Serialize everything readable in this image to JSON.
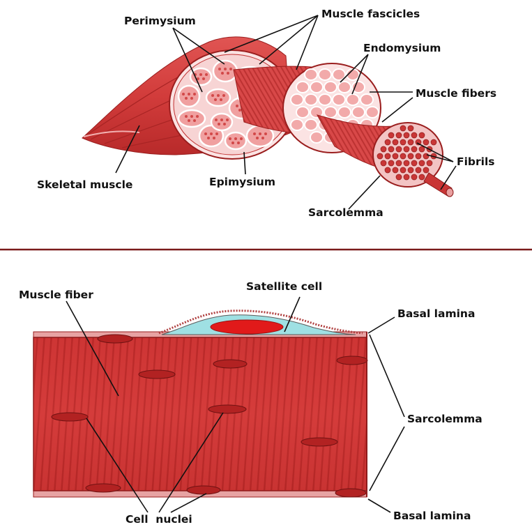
{
  "top_panel": {
    "labels": {
      "perimysium": "Perimysium",
      "muscle_fascicles": "Muscle fascicles",
      "endomysium": "Endomysium",
      "muscle_fibers": "Muscle fibers",
      "fibrils": "Fibrils",
      "skeletal_muscle": "Skeletal muscle",
      "epimysium": "Epimysium",
      "sarcolemma": "Sarcolemma"
    }
  },
  "bottom_panel": {
    "labels": {
      "muscle_fiber": "Muscle fiber",
      "satellite_cell": "Satellite cell",
      "basal_lamina_top": "Basal lamina",
      "sarcolemma": "Sarcolemma",
      "cell_nuclei": "Cell  nuclei",
      "basal_lamina_bottom": "Basal lamina"
    }
  },
  "colors": {
    "muscle_red": "#d9403f",
    "muscle_dark": "#9a1e1e",
    "muscle_light": "#f0a0a0",
    "divider": "#7a1a1a",
    "satellite_cyan": "#9fe0e3",
    "nucleus_red": "#e11a1a"
  }
}
